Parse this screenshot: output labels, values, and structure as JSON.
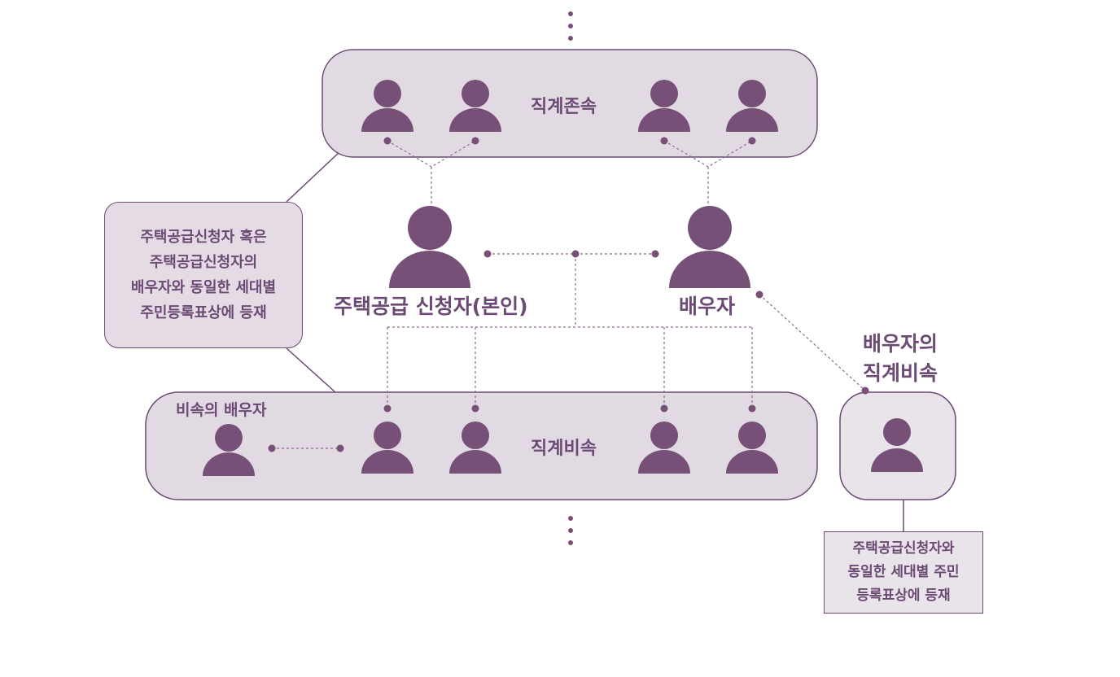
{
  "diagram": {
    "ancestors_label": "직계존속",
    "descendants_label": "직계비속",
    "applicant_label": "주택공급 신청자(본인)",
    "spouse_label": "배우자",
    "spouse_descendant_label_line1": "배우자의",
    "spouse_descendant_label_line2": "직계비속",
    "descendant_spouse_label": "비속의 배우자",
    "left_note_lines": [
      "주택공급신청자 혹은",
      "주택공급신청자의",
      "배우자와 동일한 세대별",
      "주민등록표상에 등재"
    ],
    "right_note_lines": [
      "주택공급신청자와",
      "동일한 세대별 주민",
      "등록표상에 등재"
    ]
  },
  "colors": {
    "primary": "#765077",
    "box_fill": "#e1dae3",
    "box_stroke": "#6b4a73",
    "dotted_line": "#8c6a91"
  }
}
